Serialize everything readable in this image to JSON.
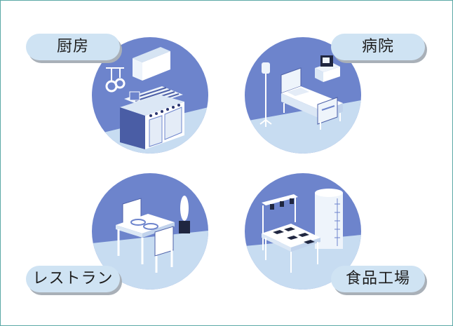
{
  "labels": {
    "kitchen": "厨房",
    "hospital": "病院",
    "restaurant": "レストラン",
    "factory": "食品工場"
  },
  "colors": {
    "circle": "#6d84cc",
    "floor": "#c7dcf1",
    "label_bg": "#cfe3f3",
    "label_shadow": "#a9b0b8",
    "frame_border": "#5aa8a6"
  },
  "icons": {
    "kitchen": "kitchen-scene-icon",
    "hospital": "hospital-bed-scene-icon",
    "restaurant": "restaurant-table-scene-icon",
    "factory": "food-factory-scene-icon"
  }
}
